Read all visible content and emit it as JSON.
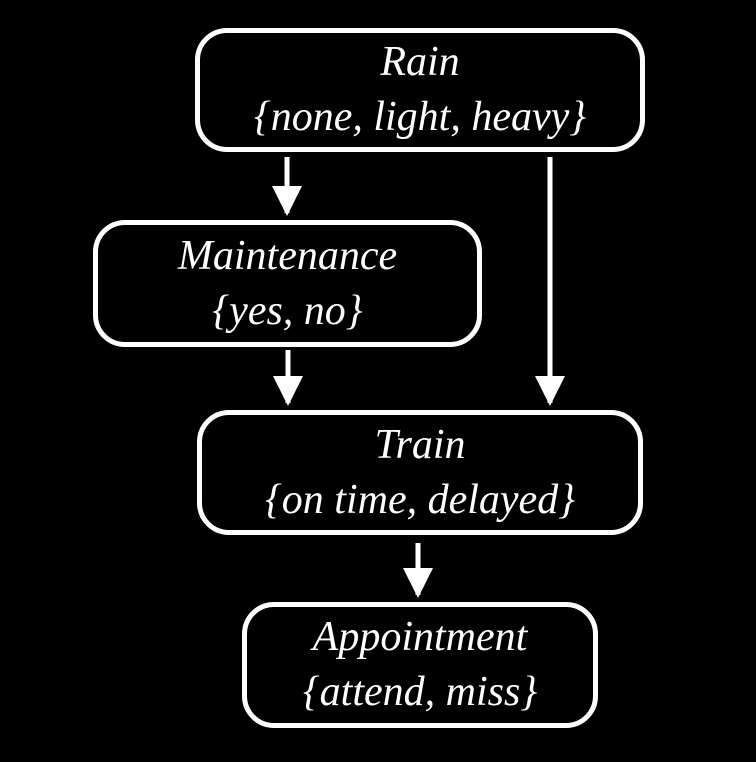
{
  "diagram": {
    "type": "bayesian-network",
    "colors": {
      "background": "#000000",
      "node_border": "#ffffff",
      "node_fill": "#000000",
      "text": "#ffffff",
      "arrow": "#ffffff"
    },
    "nodes": [
      {
        "id": "rain",
        "name": "Rain",
        "values": "{none, light, heavy}"
      },
      {
        "id": "maintenance",
        "name": "Maintenance",
        "values": "{yes, no}"
      },
      {
        "id": "train",
        "name": "Train",
        "values": "{on time, delayed}"
      },
      {
        "id": "appointment",
        "name": "Appointment",
        "values": "{attend, miss}"
      }
    ],
    "edges": [
      {
        "from": "Rain",
        "to": "Maintenance"
      },
      {
        "from": "Rain",
        "to": "Train"
      },
      {
        "from": "Maintenance",
        "to": "Train"
      },
      {
        "from": "Train",
        "to": "Appointment"
      }
    ]
  }
}
